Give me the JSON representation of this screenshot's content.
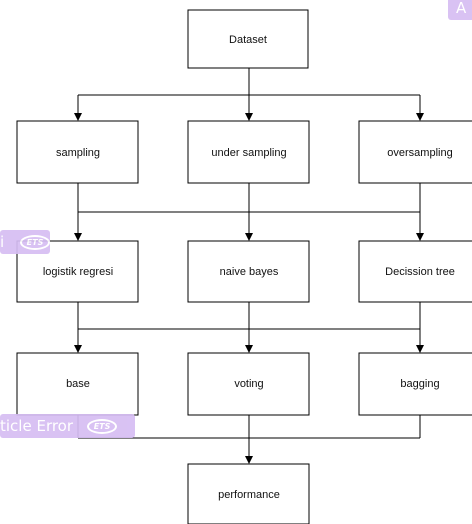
{
  "diagram": {
    "nodes": {
      "dataset": "Dataset",
      "sampling": "sampling",
      "under_sampling": "under sampling",
      "oversampling": "oversampling",
      "logistik_regresi": "logistik regresi",
      "naive_bayes": "naive bayes",
      "decission_tree": "Decission tree",
      "base": "base",
      "voting": "voting",
      "bagging": "bagging",
      "performance": "performance"
    },
    "line_color": "#000000",
    "box_border_color": "#000000"
  },
  "overlays": {
    "badge_top_right_text": "A",
    "badge_left_mid_text": "i",
    "badge_bottom_left_text": "ticle Error",
    "logo_text": "ETS",
    "badge_color": "#d6bdf3"
  }
}
